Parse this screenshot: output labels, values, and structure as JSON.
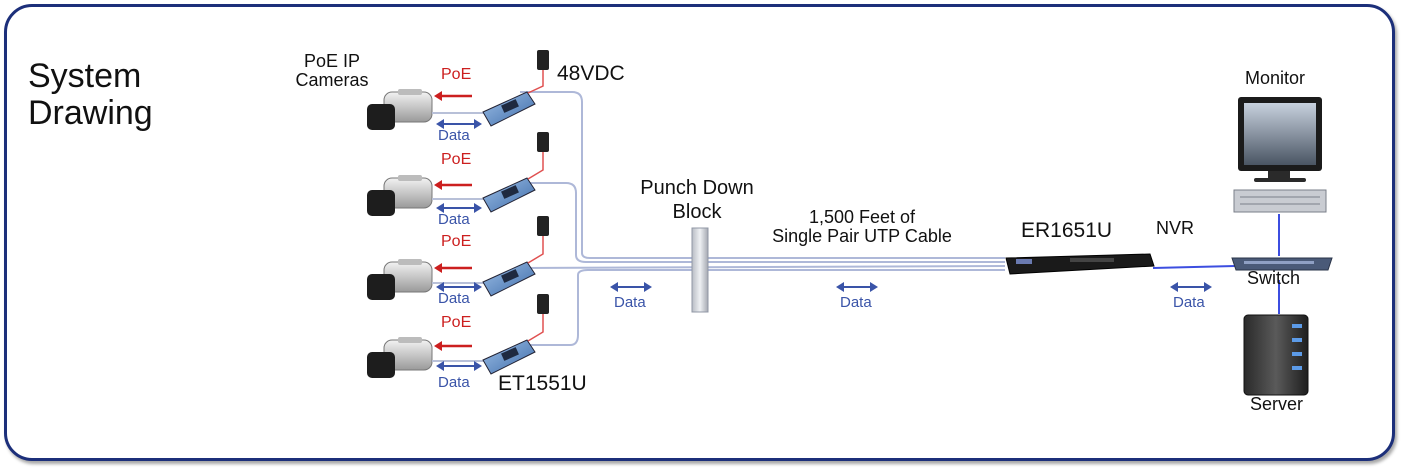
{
  "title_line1": "System",
  "title_line2": "Drawing",
  "cameras_label_line1": "PoE IP",
  "cameras_label_line2": "Cameras",
  "power_label": "48VDC",
  "poe_label": "PoE",
  "data_label": "Data",
  "transmitter_label": "ET1551U",
  "punch_label_line1": "Punch Down",
  "punch_label_line2": "Block",
  "cable_label_line1": "1,500 Feet of",
  "cable_label_line2": "Single Pair UTP Cable",
  "receiver_label": "ER1651U",
  "nvr_label": "NVR",
  "monitor_label": "Monitor",
  "switch_label": "Switch",
  "server_label": "Server",
  "colors": {
    "frame": "#1c2f7a",
    "poe": "#cc1f1f",
    "data": "#3a54a8",
    "cable": "#aeb8d8"
  }
}
